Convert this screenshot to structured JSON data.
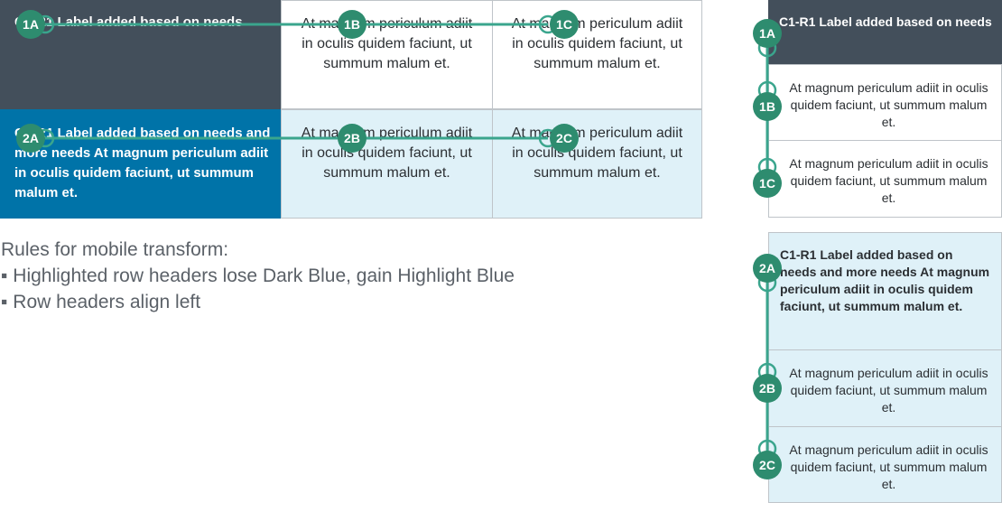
{
  "desktop": {
    "rows": [
      {
        "header": "C1-R1 Label added based on needs",
        "cells": [
          "At magnum periculum adiit in oculis quidem faciunt, ut summum malum et.",
          "At magnum periculum adiit in oculis quidem faciunt, ut summum malum et."
        ]
      },
      {
        "header": "C1-R1 Label added based on needs and more needs At magnum periculum adiit in oculis quidem faciunt, ut summum malum et.",
        "cells": [
          "At magnum periculum adiit in oculis quidem faciunt, ut summum malum et.",
          "At magnum periculum adiit in oculis quidem faciunt, ut summum malum et."
        ]
      }
    ]
  },
  "rules": {
    "title": "Rules for mobile transform:",
    "items": [
      "▪ Highlighted row headers lose Dark Blue, gain Highlight Blue",
      "▪ Row headers align left"
    ]
  },
  "mobile": {
    "groups": [
      {
        "header": "C1-R1 Label added based on needs",
        "cells": [
          "At magnum periculum adiit in oculis quidem faciunt, ut summum malum et.",
          "At magnum periculum adiit in oculis quidem faciunt, ut summum malum et."
        ]
      },
      {
        "header": "C1-R1 Label added based on needs and more needs At magnum periculum adiit in oculis quidem faciunt, ut summum malum et.",
        "cells": [
          "At magnum periculum adiit in oculis quidem faciunt, ut summum malum et.",
          "At magnum periculum adiit in oculis quidem faciunt, ut summum malum et."
        ]
      }
    ]
  },
  "badges": {
    "r1": [
      "1A",
      "1B",
      "1C"
    ],
    "r2": [
      "2A",
      "2B",
      "2C"
    ]
  },
  "colors": {
    "dark_blue": "#434f5b",
    "blue": "#0073a8",
    "highlight_blue": "#dff1f8",
    "annotation_green": "#3aa58d",
    "badge_green": "#2e8c6f"
  }
}
